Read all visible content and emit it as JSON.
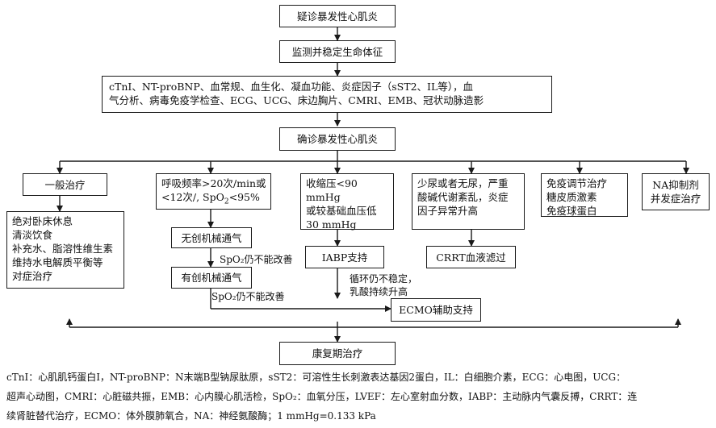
{
  "flow": {
    "suspect": "疑诊暴发性心肌炎",
    "monitor": "监测并稳定生命体征",
    "tests_line1": "cTnI、NT-proBNP、血常规、血生化、凝血功能、炎症因子（sST2、IL等），血",
    "tests_line2": "气分析、病毒免疫学检查、ECG、UCG、床边胸片、CMRI、EMB、冠状动脉造影",
    "confirmed": "确诊暴发性心肌炎",
    "general": "一般治疗",
    "general_items": "绝对卧床休息\n清淡饮食\n补充水、脂溶性维生素\n维持水电解质平衡等\n对症治疗",
    "resp_line1": "呼吸频率>20次/min或",
    "resp_line2a": "<12次/, SpO",
    "resp_sub": "2",
    "resp_line2b": "<95%",
    "noninvasive": "无创机械通气",
    "spo2_fail_1": "SpO₂仍不能改善",
    "invasive": "有创机械通气",
    "spo2_fail_2": "SpO₂仍不能改善",
    "bp": "收缩压<90 mmHg\n或较基础血压低\n30 mmHg",
    "iabp": "IABP支持",
    "circ_unstable": "循环仍不稳定，\n乳酸持续升高",
    "ecmo": "ECMO辅助支持",
    "renal": "少尿或者无尿，严重\n酸碱代谢紊乱，炎症\n因子异常升高",
    "crrt": "CRRT血液滤过",
    "immune": "免疫调节治疗\n糖皮质激素\n免疫球蛋白",
    "na": "NA抑制剂\n并发症治疗",
    "recovery": "康复期治疗"
  },
  "footnote": {
    "line1": "cTnI：心肌肌钙蛋白I，NT-proBNP：N末端B型钠尿肽原，sST2：可溶性生长刺激表达基因2蛋白，IL：白细胞介素，ECG：心电图，UCG：",
    "line2": "超声心动图，CMRI：心脏磁共振，EMB：心内膜心肌活检，SpO₂：血氧分压，LVEF：左心室射血分数，IABP：主动脉内气囊反搏，CRRT：连",
    "line3": "续肾脏替代治疗，ECMO：体外膜肺氧合，NA：神经氨酸酶；1 mmHg=0.133 kPa"
  },
  "colors": {
    "line": "#1a1a1a",
    "background": "#ffffff"
  }
}
